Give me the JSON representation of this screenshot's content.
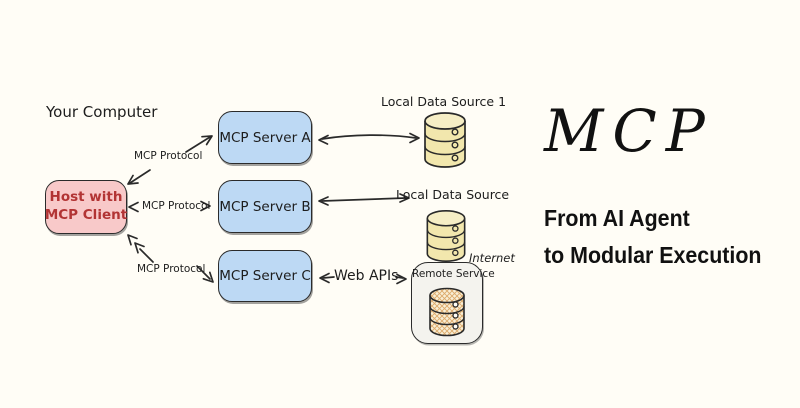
{
  "colors": {
    "background": "#fffdf6",
    "outline": "#2a2a2a",
    "host_fill": "#f8c9c9",
    "host_text": "#b23434",
    "server_fill": "#bdd9f4",
    "database_fill": "#f2e7ad",
    "database_top_fill": "#f6eec5",
    "remote_box_fill": "#f4f3ee",
    "remote_db_hatch": "#ddaa6b"
  },
  "diagram": {
    "your_computer_label": "Your Computer",
    "host": {
      "line1": "Host with",
      "line2": "MCP Client"
    },
    "servers": [
      {
        "label": "MCP Server A"
      },
      {
        "label": "MCP Server B"
      },
      {
        "label": "MCP Server C"
      }
    ],
    "protocol_labels": [
      "MCP Protocol",
      "MCP Protocol",
      "MCP Protocol"
    ],
    "data_sources": {
      "source1_label": "Local Data Source 1",
      "source2_label": "Local Data Source"
    },
    "internet_label": "Internet",
    "remote_service_label": "Remote Service",
    "web_apis_label": "Web APIs"
  },
  "title_panel": {
    "title": "MCP",
    "subtitle_line1": "From AI Agent",
    "subtitle_line2": "to Modular Execution"
  }
}
